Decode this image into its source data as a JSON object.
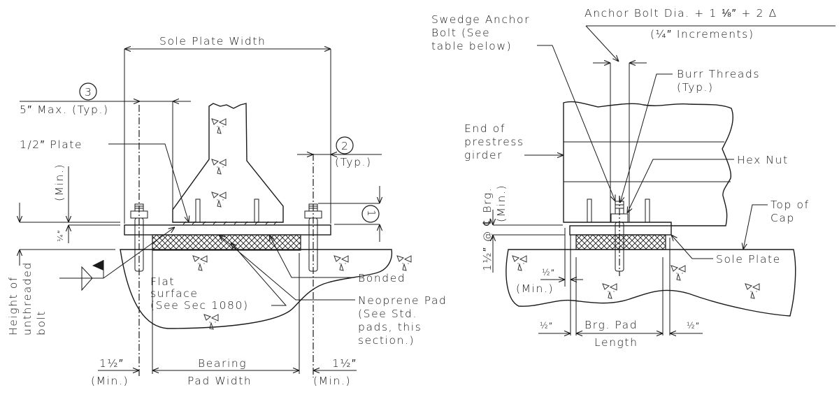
{
  "left_detail": {
    "sole_plate_width": "Sole Plate Width",
    "callout_3": "3",
    "max_5in": "5″ Max. (Typ.)",
    "half_plate": "1/2″ Plate",
    "callout_2": "2",
    "typ": "(Typ.)",
    "callout_1": "1",
    "min_vertical": "(Min.)",
    "quarter_in": "¼″",
    "height_unthreaded_1": "Height of",
    "height_unthreaded_2": "unthreaded",
    "height_unthreaded_3": "bolt",
    "flat_surface_1": "Flat",
    "flat_surface_2": "surface",
    "flat_surface_3": "(See Sec 1080)",
    "bonded": "Bonded",
    "neoprene_1": "Neoprene Pad",
    "neoprene_2": "(See Std.",
    "neoprene_3": "pads, this",
    "neoprene_4": "section.)",
    "left_min_value": "1½″",
    "left_min_label": "(Min.)",
    "bearing_pad_1": "Bearing",
    "bearing_pad_2": "Pad Width",
    "right_min_value": "1½″",
    "right_min_label": "(Min.)"
  },
  "right_detail": {
    "anchor_formula": "Anchor Bolt Dia. + 1 ⅛″ + 2 Δ",
    "increments": "(¼″ Increments)",
    "swedge_1": "Swedge Anchor",
    "swedge_2": "Bolt (See",
    "swedge_3": "table below)",
    "burr_1": "Burr Threads",
    "burr_2": "(Typ.)",
    "end_girder_1": "End of",
    "end_girder_2": "prestress",
    "end_girder_3": "girder",
    "hex_nut": "Hex Nut",
    "top_cap_1": "Top of",
    "top_cap_2": "Cap",
    "sole_plate": "Sole Plate",
    "brg_vertical": "1½″ @ ℄ Brg.",
    "brg_min": "(Min.)",
    "half_min_value": "½″",
    "half_min_label": "(Min.)",
    "left_half": "½″",
    "brg_pad_1": "Brg. Pad",
    "brg_pad_2": "Length",
    "right_half": "½″"
  }
}
